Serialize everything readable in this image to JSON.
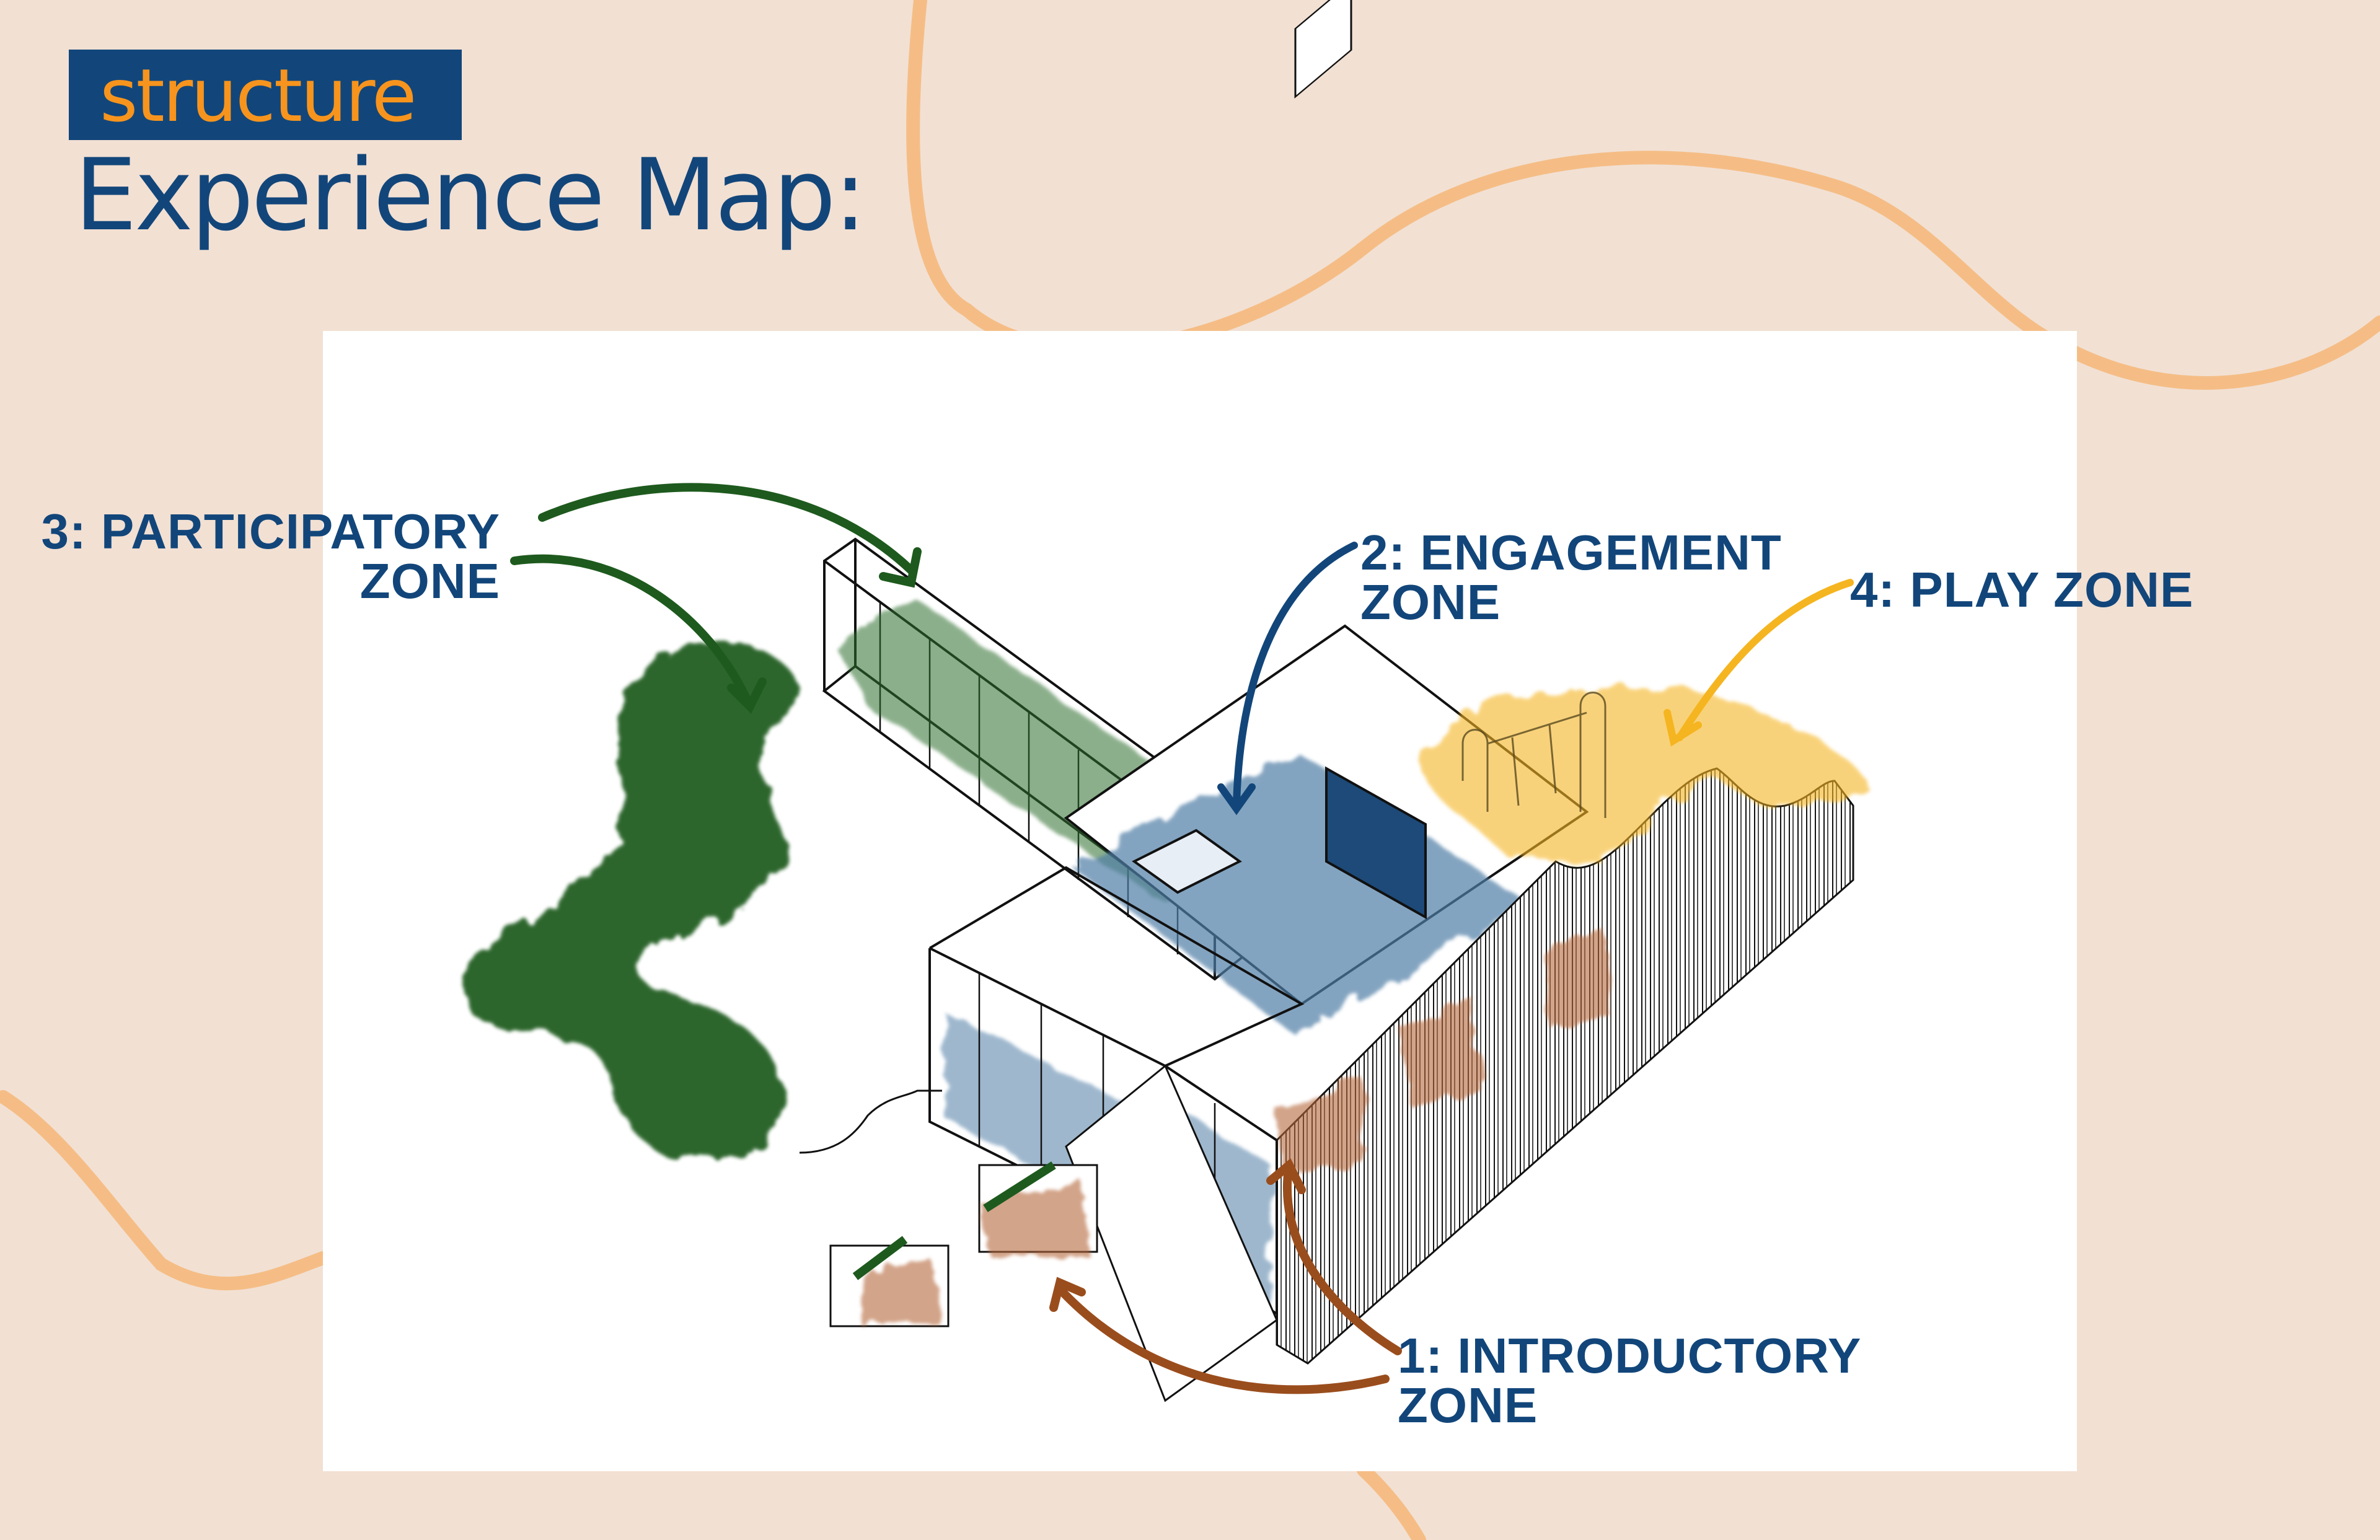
{
  "header": {
    "badge_label": "structure",
    "title": "Experience Map:"
  },
  "colors": {
    "background": "#f2e0d3",
    "wave": "#f5bd85",
    "navy": "#12467a",
    "badge_text": "#f7941d",
    "participatory_green": "#1e5a1e",
    "engagement_blue": "#12467a",
    "play_yellow": "#f5b520",
    "introductory_brown": "#9a4d1c"
  },
  "zones": [
    {
      "id": "introductory",
      "line1": "1: INTRODUCTORY",
      "line2": "ZONE"
    },
    {
      "id": "engagement",
      "line1": "2: ENGAGEMENT",
      "line2": "ZONE"
    },
    {
      "id": "participatory",
      "line1": "3: PARTICIPATORY",
      "line2": "ZONE"
    },
    {
      "id": "play",
      "line1": "4: PLAY ZONE",
      "line2": ""
    }
  ]
}
